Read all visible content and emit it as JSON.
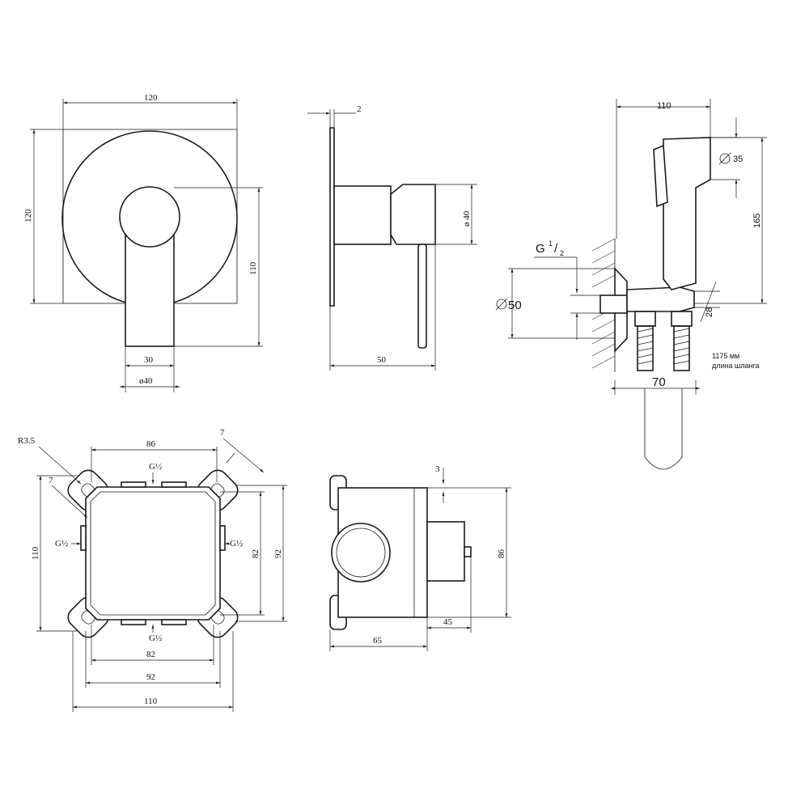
{
  "top_left_view": {
    "width_label": "120",
    "height_label": "120",
    "lever_height_label": "110",
    "lever_width_label": "30",
    "body_diameter_label": "ø40"
  },
  "top_middle_view": {
    "plate_label": "2",
    "diameter_label": "ø 40",
    "depth_label": "50"
  },
  "top_right_view": {
    "width_label": "110",
    "head_diameter_label": "35",
    "height_label": "165",
    "thread_label_prefix": "G",
    "thread_label_num": "1",
    "thread_label_den": "2",
    "flange_diameter_label": "50",
    "holder_diameter_label": "28",
    "hose_length_label": "1175 мм",
    "hose_length_caption": "длина шланга",
    "hose_spacing_label": "70"
  },
  "bottom_left_view": {
    "radius_label": "R3.5",
    "top_width_label": "86",
    "slot_width_label": "7",
    "slot_depth_label": "7",
    "port_top_label": "G½",
    "port_left_label": "G½",
    "port_right_label": "G½",
    "port_bottom_label": "G½",
    "height_outer_label": "110",
    "inner_height_label": "82",
    "height_92_label": "92",
    "bottom_82_label": "82",
    "bottom_92_label": "92",
    "bottom_110_label": "110"
  },
  "bottom_right_view": {
    "offset_label": "3",
    "height_label": "86",
    "stem_label": "45",
    "depth_label": "65"
  }
}
